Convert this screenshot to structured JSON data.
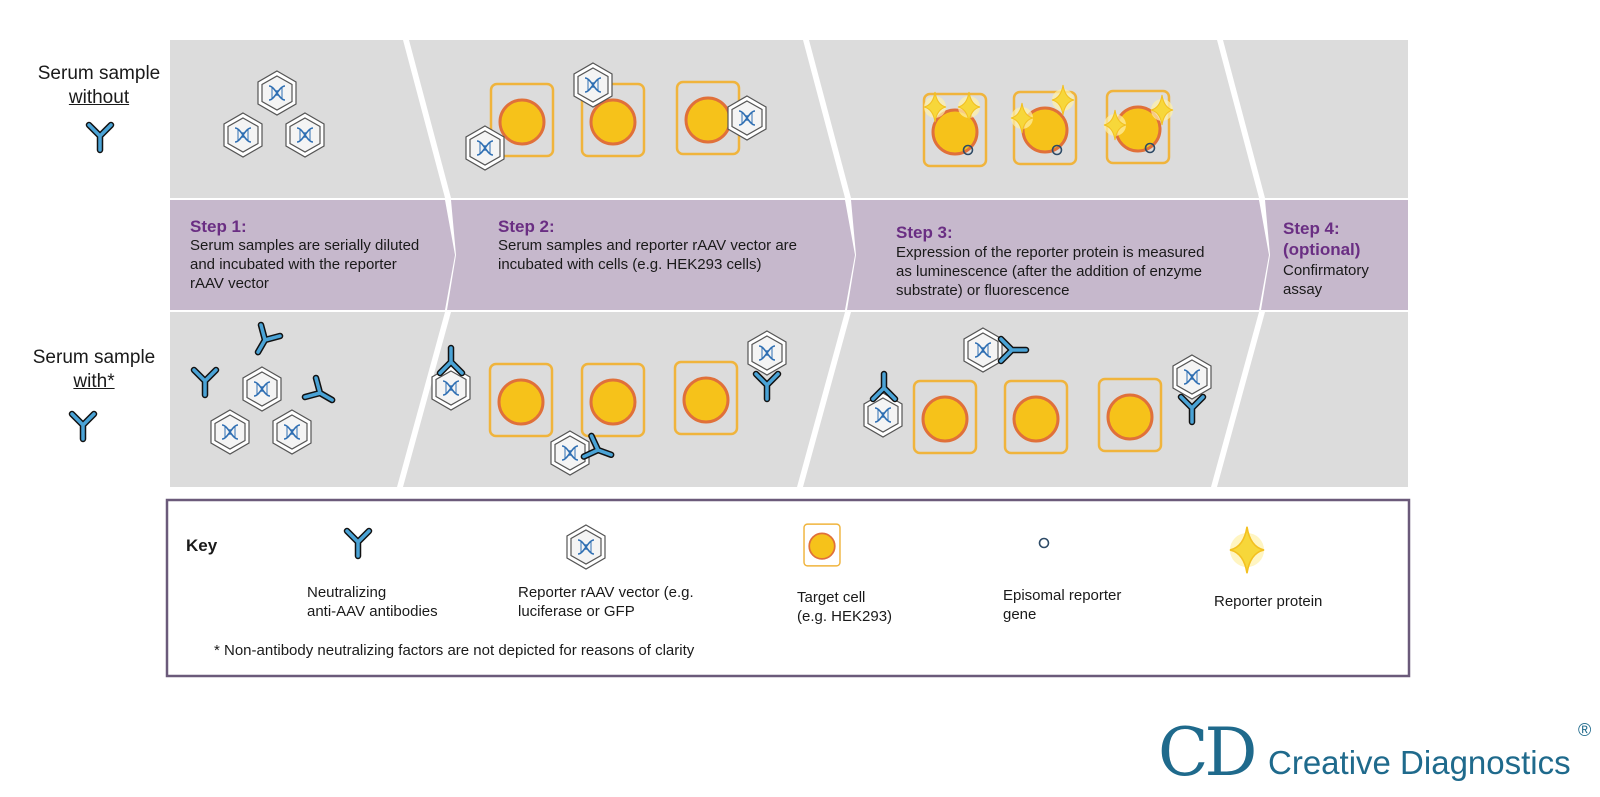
{
  "rows": {
    "without": {
      "line1": "Serum sample",
      "line2": "without"
    },
    "with": {
      "line1": "Serum sample",
      "line2": "with*"
    }
  },
  "steps": [
    {
      "title": "Step 1:",
      "lines": [
        "Serum samples are serially diluted",
        "and incubated with the reporter",
        "rAAV vector"
      ]
    },
    {
      "title": "Step 2:",
      "lines": [
        "Serum samples and reporter rAAV vector are",
        "incubated with cells (e.g. HEK293 cells)"
      ]
    },
    {
      "title": "Step 3:",
      "lines": [
        "Expression of the reporter protein is measured",
        "as luminescence (after the addition of enzyme",
        "substrate) or fluorescence"
      ]
    },
    {
      "title": "Step 4:",
      "title2": "(optional)",
      "lines": [
        "Confirmatory",
        "assay"
      ]
    }
  ],
  "key": {
    "title": "Key",
    "items": [
      {
        "icon": "antibody-icon",
        "lines": [
          "Neutralizing",
          "anti-AAV antibodies"
        ]
      },
      {
        "icon": "raav-vector-icon",
        "lines": [
          "Reporter rAAV vector (e.g.",
          "luciferase or GFP"
        ]
      },
      {
        "icon": "target-cell-icon",
        "lines": [
          "Target cell",
          "(e.g. HEK293)"
        ]
      },
      {
        "icon": "episomal-gene-icon",
        "lines": [
          "Episomal reporter",
          "gene"
        ]
      },
      {
        "icon": "reporter-protein-icon",
        "lines": [
          "Reporter protein"
        ]
      }
    ],
    "footnote": "* Non-antibody neutralizing factors are not depicted for reasons of clarity"
  },
  "logo": {
    "mark": "CD",
    "name": "Creative Diagnostics",
    "registered": "®"
  },
  "colors": {
    "panel": "#dcdcdc",
    "band": "#c6b8cc",
    "step_title": "#6a2e83",
    "antibody": "#4aa3d6",
    "cell_fill": "#f6c21a",
    "cell_border": "#f0b43c",
    "nucleus_border": "#e0703a",
    "key_border": "#6b5a7a",
    "logo": "#1f6a8c"
  }
}
